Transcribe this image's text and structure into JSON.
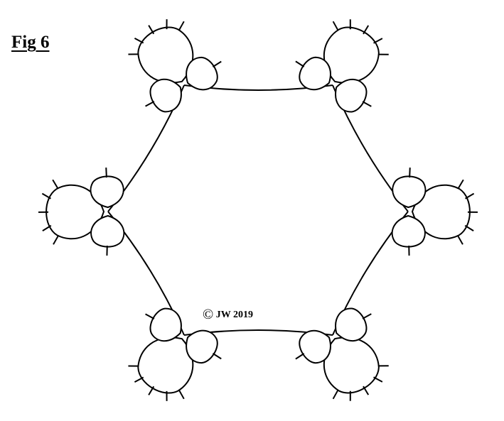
{
  "figure": {
    "label": "Fig 6"
  },
  "copyright": {
    "symbol": "©",
    "text": "JW 2019"
  },
  "diagram": {
    "line_color": "#000000",
    "background": "#ffffff",
    "motif_count": 6
  }
}
